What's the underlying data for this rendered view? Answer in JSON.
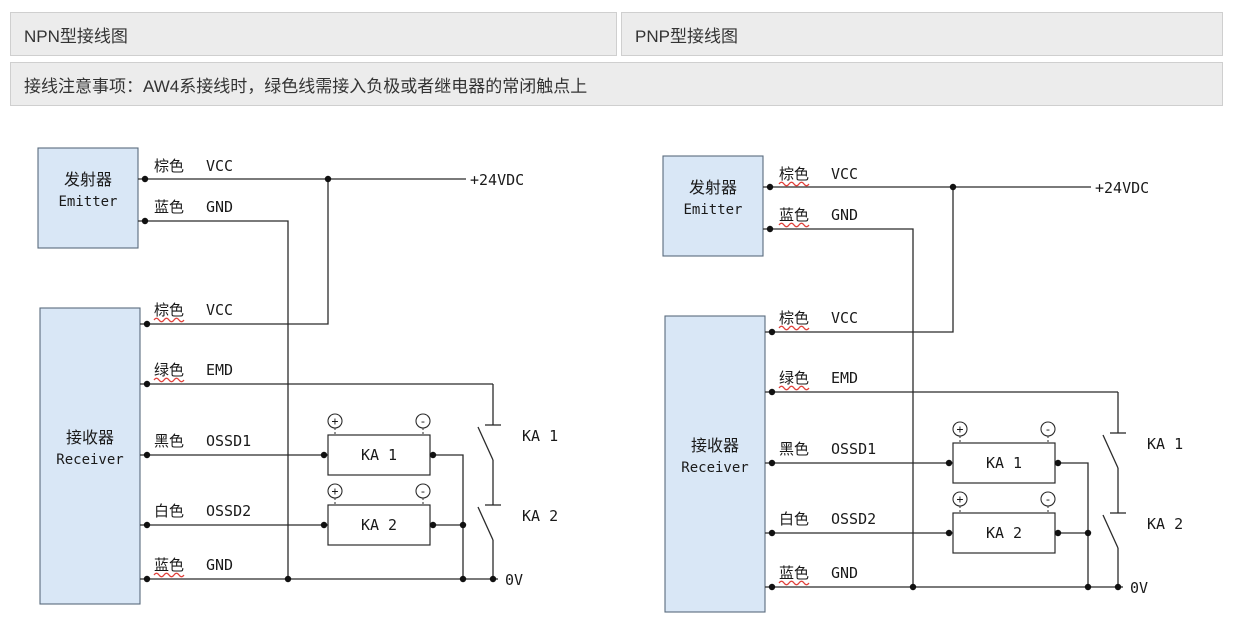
{
  "headers": {
    "npn": "NPN型接线图",
    "pnp": "PNP型接线图"
  },
  "note": "接线注意事项：AW4系接线时，绿色线需接入负极或者继电器的常闭触点上",
  "diagram": {
    "emitter": {
      "name_cn": "发射器",
      "name_en": "Emitter"
    },
    "receiver": {
      "name_cn": "接收器",
      "name_en": "Receiver"
    },
    "wires": {
      "emitter_vcc": {
        "color": "棕色",
        "signal": "VCC"
      },
      "emitter_gnd": {
        "color": "蓝色",
        "signal": "GND"
      },
      "receiver_vcc": {
        "color": "棕色",
        "signal": "VCC"
      },
      "receiver_emd": {
        "color": "绿色",
        "signal": "EMD"
      },
      "receiver_ossd1": {
        "color": "黑色",
        "signal": "OSSD1"
      },
      "receiver_ossd2": {
        "color": "白色",
        "signal": "OSSD2"
      },
      "receiver_gnd": {
        "color": "蓝色",
        "signal": "GND"
      }
    },
    "power": {
      "positive": "+24VDC",
      "negative": "0V"
    },
    "relays": {
      "ka1": "KA 1",
      "ka2": "KA 2"
    },
    "polarity": {
      "plus": "+",
      "minus": "-"
    }
  },
  "colors": {
    "device_box_fill": "#d9e7f6",
    "header_bg": "#ececec",
    "wire": "#2b2b2b",
    "spellcheck_squiggle": "#e0403a"
  }
}
